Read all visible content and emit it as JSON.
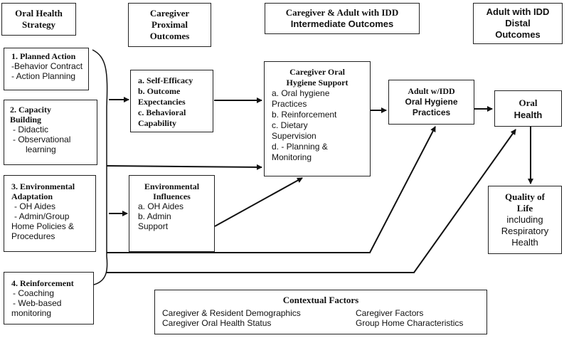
{
  "headers": {
    "strategy": [
      "Oral Health",
      "Strategy"
    ],
    "proximal": [
      "Caregiver",
      "Proximal",
      "Outcomes"
    ],
    "intermediate": [
      "Caregiver & Adult with IDD",
      "Intermediate Outcomes"
    ],
    "distal": [
      "Adult with IDD",
      "Distal",
      "Outcomes"
    ]
  },
  "strategies": [
    {
      "title": "1. Planned Action",
      "items": [
        "-Behavior Contract",
        "- Action Planning"
      ]
    },
    {
      "title": "2. Capacity",
      "title2": "Building",
      "items": [
        " - Didactic",
        " - Observational",
        "   learning"
      ]
    },
    {
      "title": "3. Environmental",
      "title2": "Adaptation",
      "items": [
        " - OH Aides",
        " - Admin/Group",
        "Home Policies &",
        "Procedures"
      ]
    },
    {
      "title": "4. Reinforcement",
      "items": [
        " - Coaching",
        " - Web-based",
        "monitoring"
      ]
    }
  ],
  "proximal_box": {
    "lines": [
      "a. Self-Efficacy",
      "b. Outcome",
      "Expectancies",
      "c. Behavioral",
      "Capability"
    ]
  },
  "environment_box": {
    "title": [
      "Environmental",
      "Influences"
    ],
    "items": [
      "a. OH Aides",
      "b. Admin",
      "Support"
    ]
  },
  "support_box": {
    "title": [
      "Caregiver Oral",
      "Hygiene Support"
    ],
    "items": [
      "a. Oral hygiene",
      "Practices",
      "b. Reinforcement",
      "c. Dietary",
      "Supervision",
      "d. - Planning &",
      "Monitoring"
    ]
  },
  "practices_box": {
    "lines": [
      "Adult w/IDD",
      "Oral Hygiene",
      "Practices"
    ]
  },
  "oral_health_box": {
    "lines": [
      "Oral",
      "Health"
    ]
  },
  "qol_box": {
    "title": [
      "Quality of",
      "Life"
    ],
    "items": [
      "including",
      "Respiratory",
      "Health"
    ]
  },
  "contextual": {
    "title": "Contextual Factors",
    "left": [
      "Caregiver & Resident Demographics",
      "Caregiver Oral Health Status"
    ],
    "right": [
      "Caregiver Factors",
      "Group Home Characteristics"
    ]
  }
}
